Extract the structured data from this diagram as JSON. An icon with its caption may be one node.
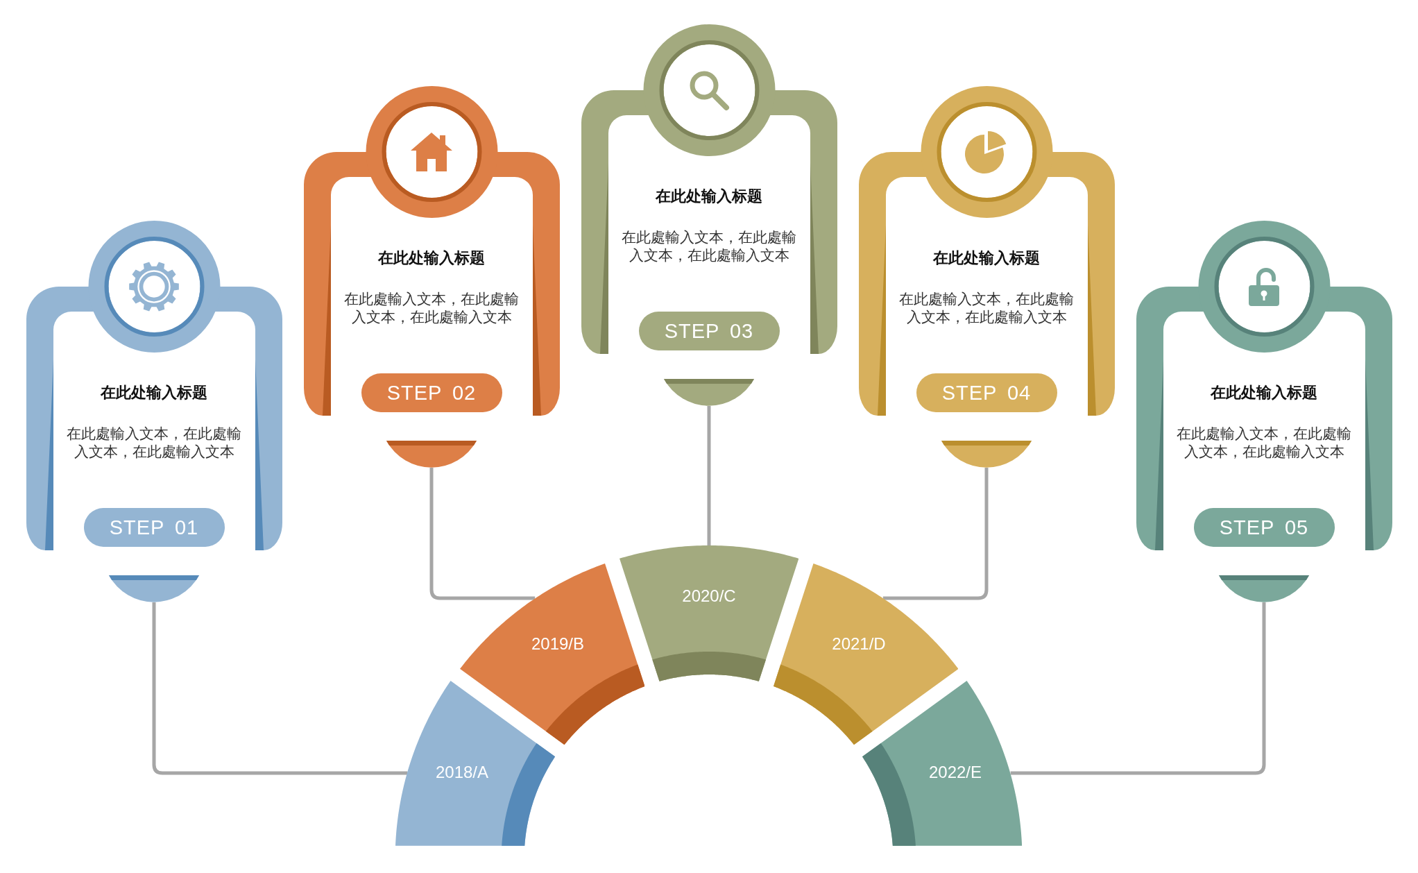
{
  "diagram": {
    "nodes": [
      {
        "text": [
          "在此处输入标题",
          "在此處輸入文本，在此處輸入文本，在此處輸入文本"
        ]
      },
      {
        "text": [
          "STEP 01"
        ],
        "in": 0
      },
      {
        "text": [],
        "shape": "semicircle"
      },
      {
        "text": [
          "在此处输入标题",
          "在此處輸入文本，在此處輸入文本，在此處輸入文本"
        ]
      },
      {
        "text": [
          "STEP 02"
        ],
        "in": 3
      },
      {
        "text": [],
        "shape": "semicircle"
      },
      {
        "text": [
          "在此处输入标题",
          "在此處輸入文本，在此處輸入文本，在此處輸入文本"
        ]
      },
      {
        "text": [
          "STEP 03"
        ],
        "in": 6
      },
      {
        "text": [],
        "shape": "semicircle"
      },
      {
        "text": [
          "在此处输入标题",
          "在此處輸入文本，在此處輸入文本，在此處輸入文本"
        ]
      },
      {
        "text": [
          "STEP 04"
        ],
        "in": 9
      },
      {
        "text": [],
        "shape": "semicircle"
      },
      {
        "text": [
          "在此处输入标题",
          "在此處輸入文本，在此處輸入文本，在此處輸入文本"
        ]
      },
      {
        "text": [
          "STEP 05"
        ],
        "in": 12
      },
      {
        "text": [],
        "shape": "semicircle"
      },
      {
        "text": [
          "2018/A"
        ]
      },
      {
        "text": [
          "2019/B"
        ]
      },
      {
        "text": [
          "2020/C"
        ]
      },
      {
        "text": [
          "2021/D"
        ]
      },
      {
        "text": [
          "2022/E"
        ]
      }
    ],
    "edges": [
      {
        "from": 2,
        "to": 15,
        "arrow": "none"
      },
      {
        "from": 5,
        "to": 16,
        "arrow": "none"
      },
      {
        "from": 8,
        "to": 17,
        "arrow": "none"
      },
      {
        "from": 11,
        "to": 18,
        "arrow": "none"
      },
      {
        "from": 14,
        "to": 19,
        "arrow": "none"
      }
    ]
  }
}
